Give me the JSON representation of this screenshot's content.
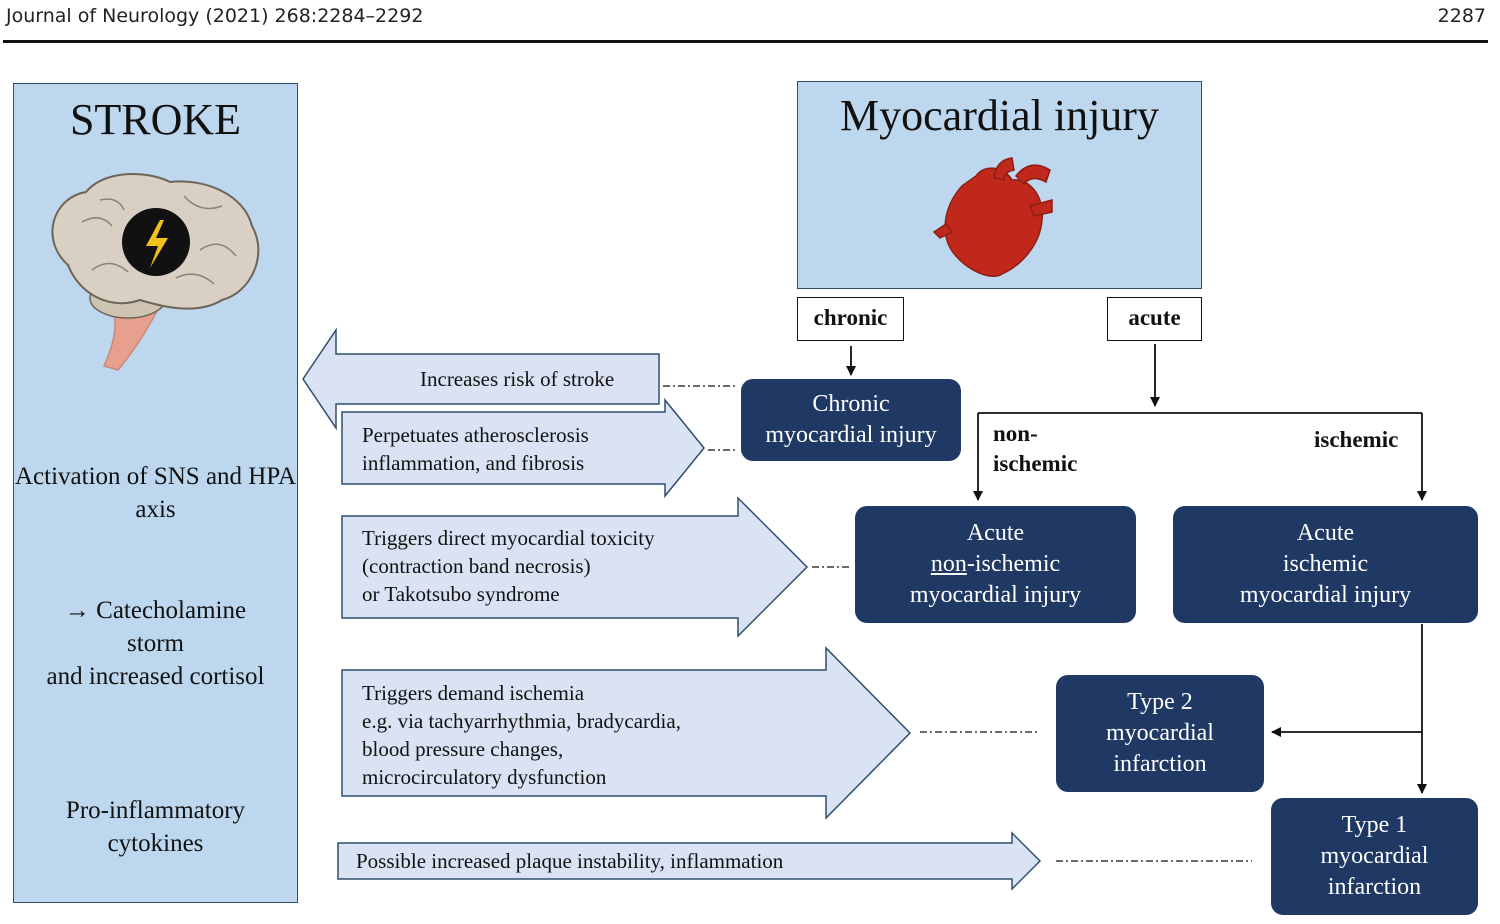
{
  "header": {
    "journal": "Journal of Neurology (2021) 268:2284–2292",
    "page": "2287"
  },
  "stroke_panel": {
    "title": "STROKE",
    "text1": "Activation of SNS and HPA axis",
    "text2_arrow": "→",
    "text2_a": "Catecholamine",
    "text2_b": "storm",
    "text2_c": "and increased cortisol",
    "text3": "Pro-inflammatory cytokines"
  },
  "myocardial_panel": {
    "title": "Myocardial injury"
  },
  "tags": {
    "chronic": "chronic",
    "acute": "acute"
  },
  "branch_labels": {
    "non_ischemic_1": "non-",
    "non_ischemic_2": "ischemic",
    "ischemic": "ischemic"
  },
  "boxes": {
    "chronic_1": "Chronic",
    "chronic_2": "myocardial injury",
    "acute_non_1": "Acute",
    "acute_non_2a": "non",
    "acute_non_2b": "-ischemic",
    "acute_non_3": "myocardial injury",
    "acute_isch_1": "Acute",
    "acute_isch_2": "ischemic",
    "acute_isch_3": "myocardial injury",
    "type2_1": "Type 2",
    "type2_2": "myocardial",
    "type2_3": "infarction",
    "type1_1": "Type 1",
    "type1_2": "myocardial",
    "type1_3": "infarction"
  },
  "arrows": {
    "risk": "Increases risk of stroke",
    "athero_1": "Perpetuates atherosclerosis",
    "athero_2": "inflammation, and fibrosis",
    "toxicity_1": "Triggers direct myocardial toxicity",
    "toxicity_2": "(contraction band necrosis)",
    "toxicity_3": "or Takotsubo syndrome",
    "demand_1": "Triggers demand ischemia",
    "demand_2": "e.g. via tachyarrhythmia, bradycardia,",
    "demand_3": "blood pressure changes,",
    "demand_4": "microcirculatory dysfunction",
    "plaque": "Possible increased plaque instability, inflammation"
  }
}
